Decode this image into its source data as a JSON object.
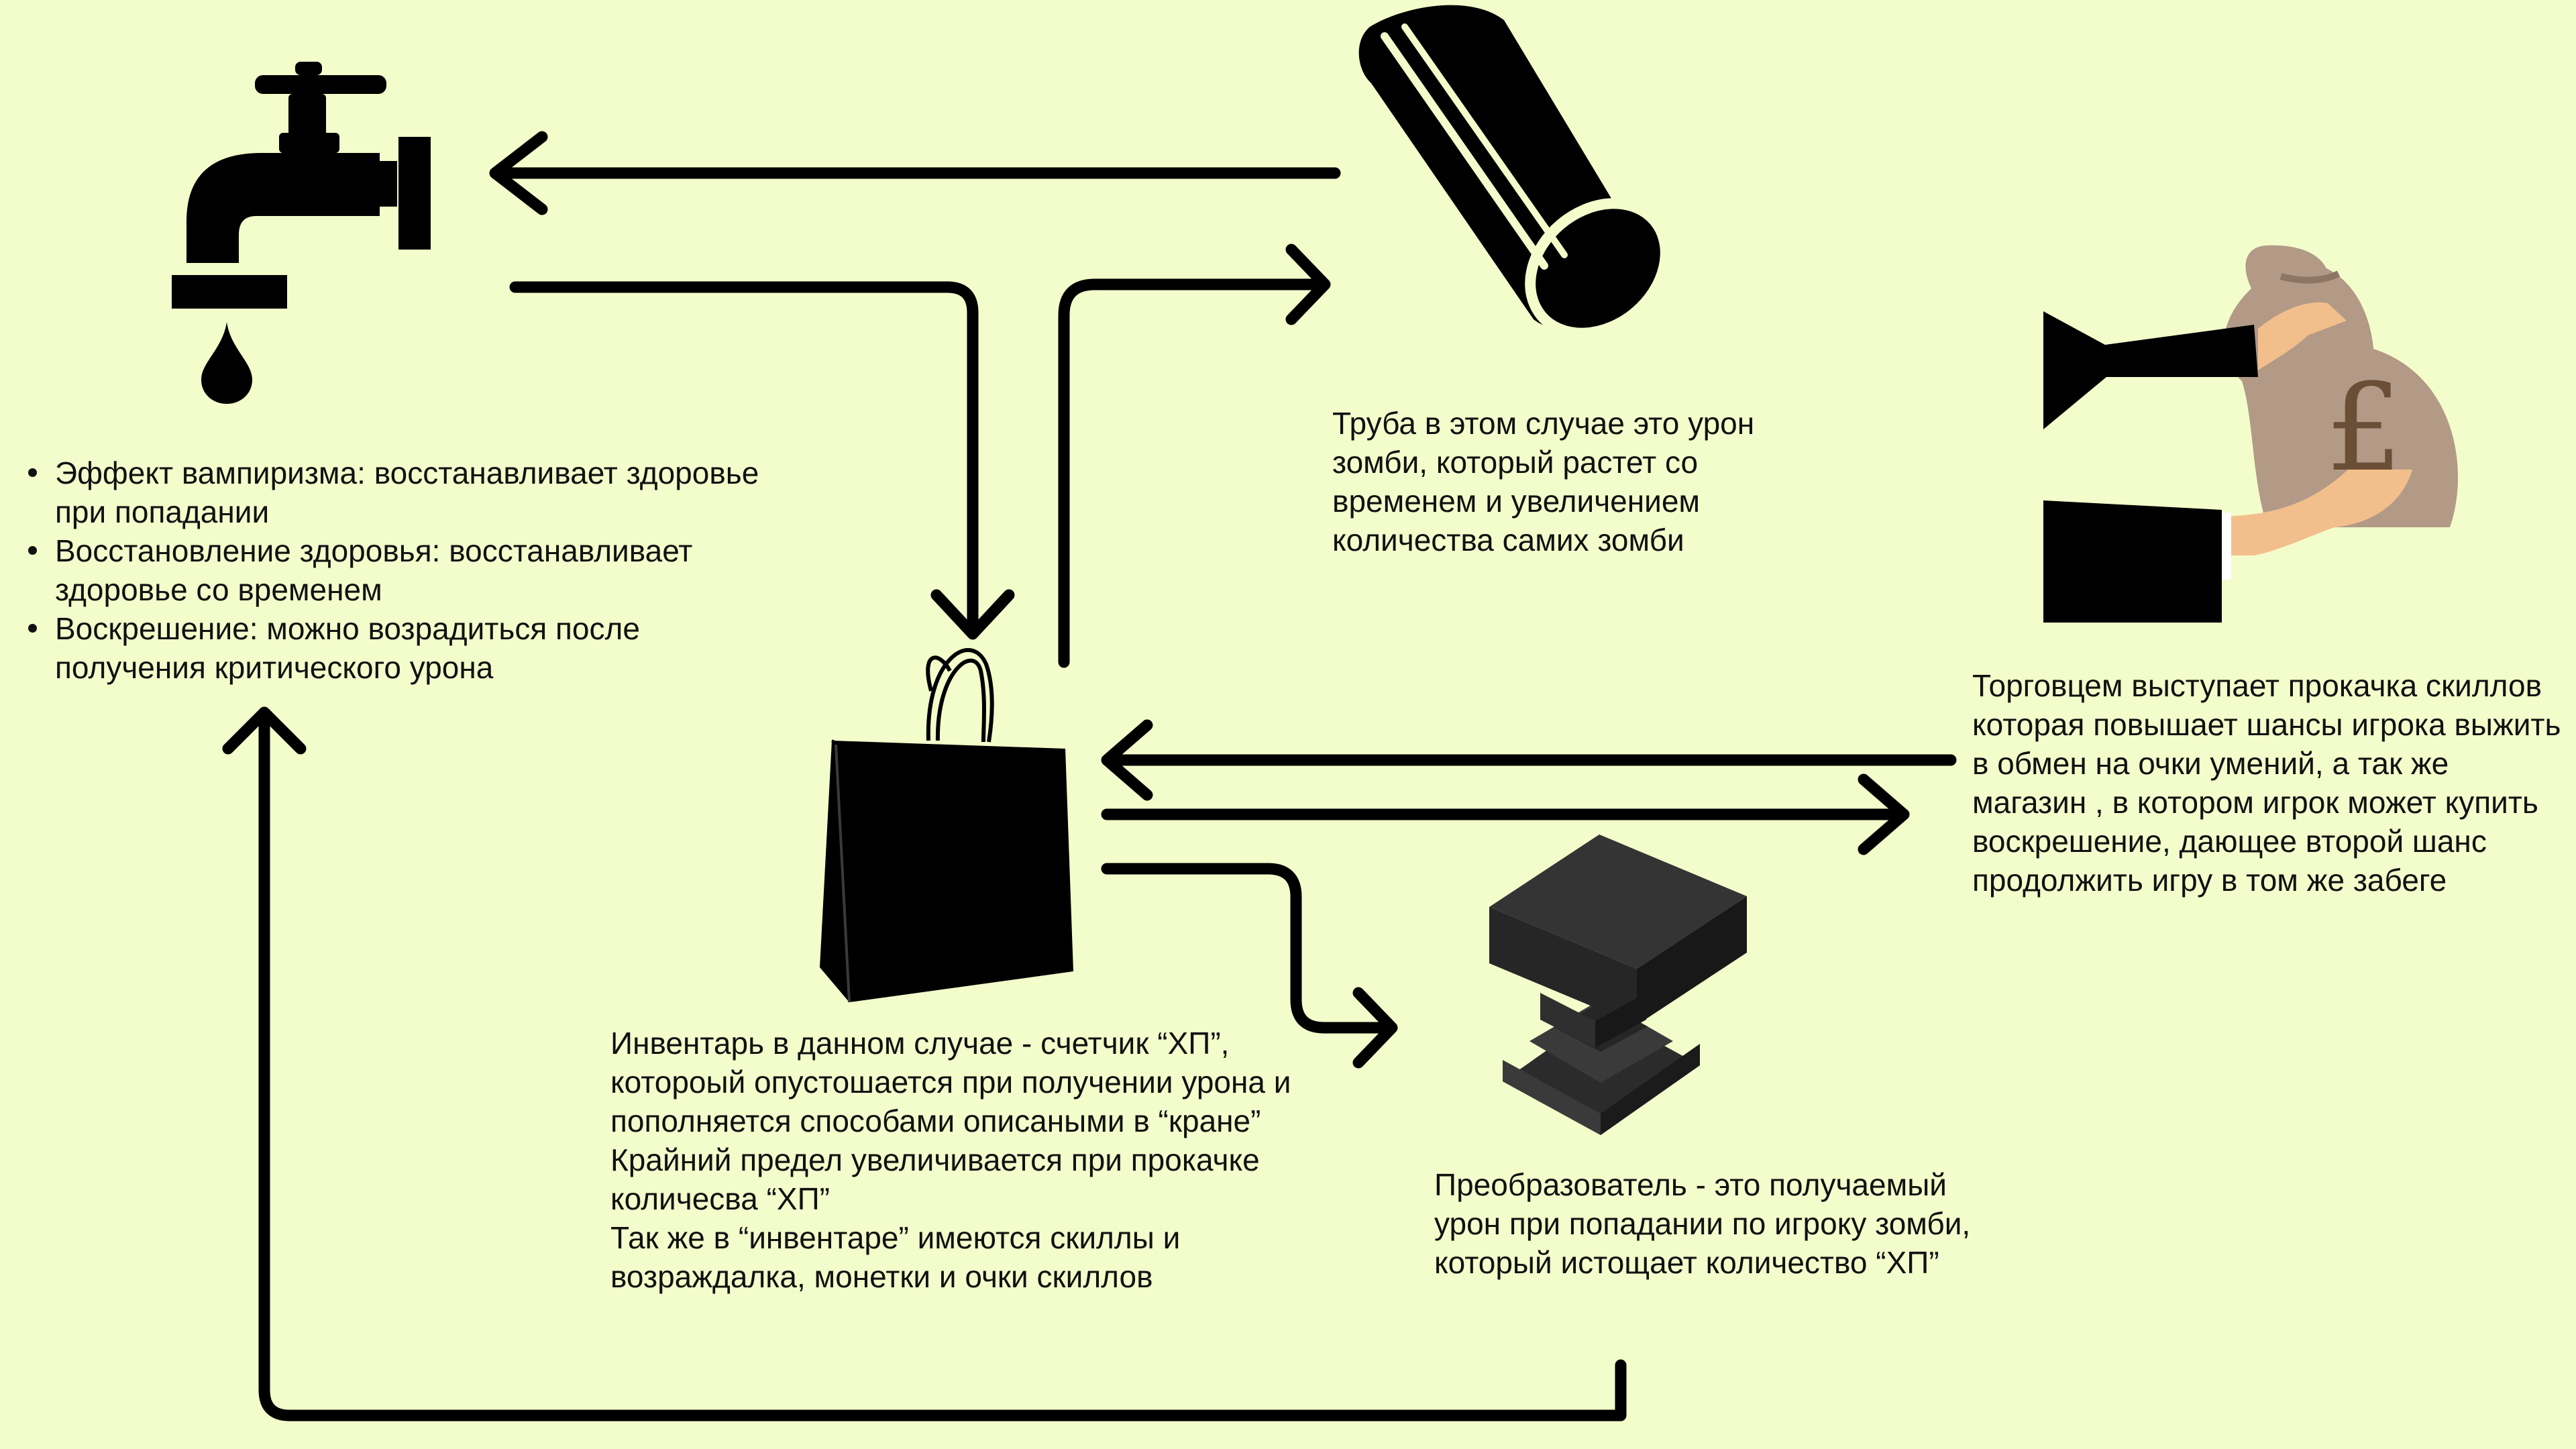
{
  "colors": {
    "background": "#f3fccb",
    "stroke": "#000000",
    "anvil": "#2b2b2b",
    "hand_skin": "#f2bf8c",
    "money_bag": "#b29a86",
    "pound_sign": "#6b4e36"
  },
  "icons": {
    "tap": "water-tap-icon",
    "pipe": "pipe-icon",
    "bag": "shopping-bag-icon",
    "anvil": "anvil-icon",
    "trader": "money-bag-hands-icon"
  },
  "tap": {
    "bullets": [
      "Эффект вампиризма: восстанавливает здоровье при попадании",
      "Восстановление здоровья: восстанавливает здоровье со временем",
      "Воскрешение: можно возрадиться после получения критического урона"
    ]
  },
  "pipe": {
    "text": "Труба в этом случае это урон зомби, который растет со временем и увеличением количества самих зомби"
  },
  "trader": {
    "text": "Торговцем выступает прокачка скиллов которая повышает шансы игрока выжить в обмен на очки умений, а так же магазин , в котором игрок может купить воскрешение, дающее второй шанс продолжить игру в том же забеге",
    "currency_symbol": "£"
  },
  "inventory": {
    "lines": [
      "Инвентарь в данном случае - счетчик “ХП”, котороый опустошается при получении урона и пополняется способами описаными в “кране”",
      "Крайний предел увеличивается при прокачке количесва “ХП”",
      "Так же в “инвентаре” имеются скиллы и возраждалка, монетки и очки скиллов"
    ]
  },
  "converter": {
    "text": "Преобразователь - это получаемый урон при попадании по игроку зомби, который истощает количество “ХП”"
  }
}
